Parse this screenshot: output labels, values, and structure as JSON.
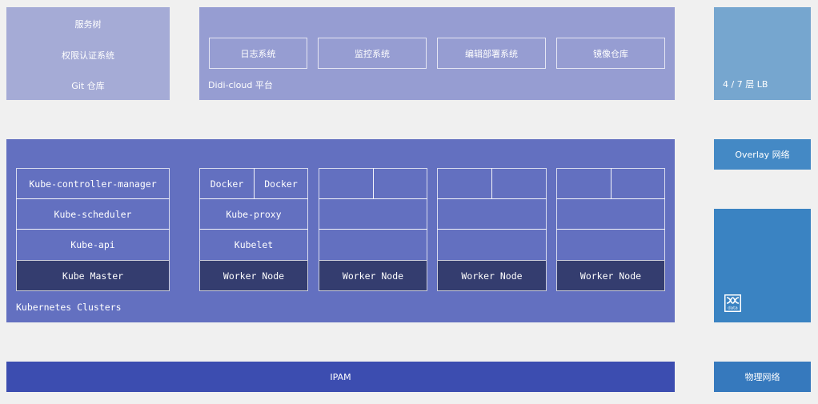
{
  "top_left": {
    "items": [
      "服务树",
      "权限认证系统",
      "Git 仓库"
    ]
  },
  "platform": {
    "label": "Didi-cloud 平台",
    "systems": [
      "日志系统",
      "监控系统",
      "编辑部署系统",
      "镜像仓库"
    ]
  },
  "right": {
    "lb": "4 / 7 层 LB",
    "overlay": "Overlay 网络",
    "icon_text": "data",
    "physical": "物理网络"
  },
  "kubernetes": {
    "label": "Kubernetes Clusters",
    "master": {
      "controller": "Kube-controller-manager",
      "scheduler": "Kube-scheduler",
      "api": "Kube-api",
      "title": "Kube Master"
    },
    "worker": {
      "docker": [
        "Docker",
        "Docker"
      ],
      "proxy": "Kube-proxy",
      "kubelet": "Kubelet",
      "titles": [
        "Worker Node",
        "Worker Node",
        "Worker Node",
        "Worker Node"
      ]
    }
  },
  "ipam": "IPAM",
  "colors": {
    "top_left": "#a5abd6",
    "platform": "#969dd2",
    "k8s": "#6370c0",
    "dark_cell": "#343d6f",
    "ipam": "#3c4db0",
    "lb": "#76a6cf",
    "overlay": "#4489c5",
    "data": "#3a83c2",
    "physical": "#3679bd",
    "background": "#f0f0f0"
  }
}
